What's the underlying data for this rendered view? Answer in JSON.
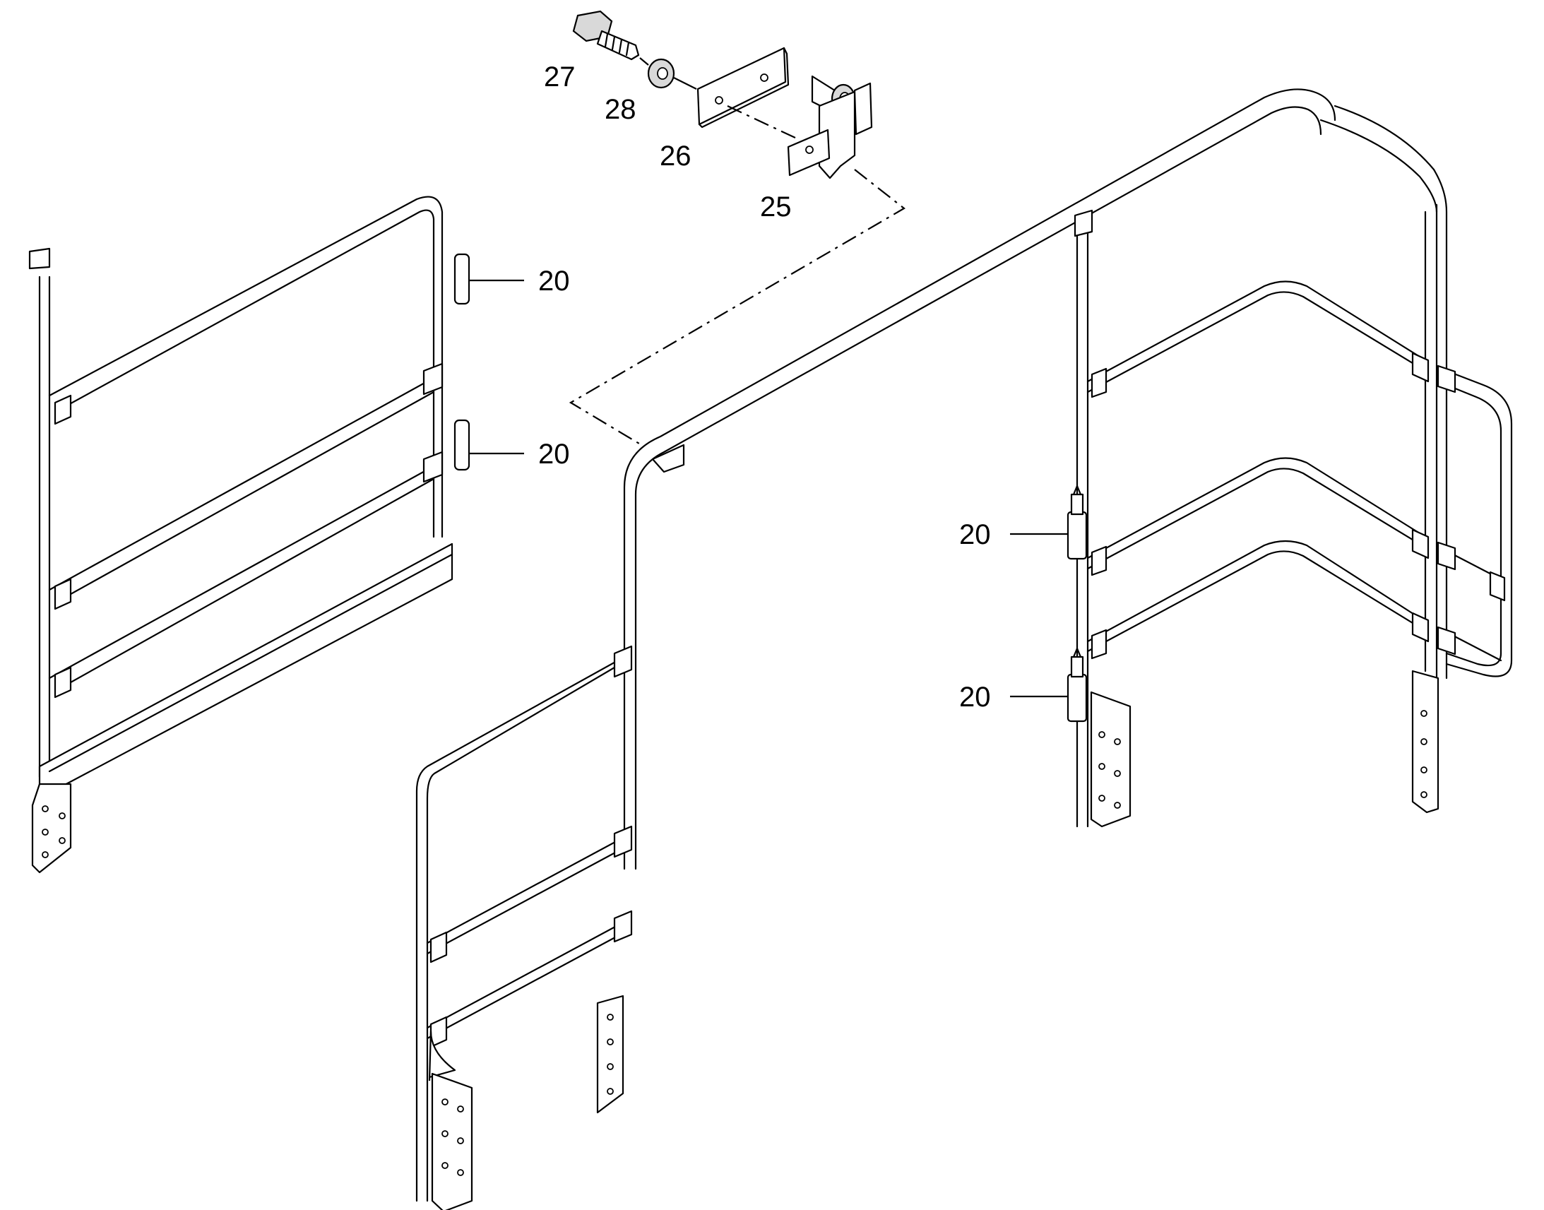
{
  "callouts": {
    "c20a": "20",
    "c20b": "20",
    "c20c": "20",
    "c20d": "20",
    "c25": "25",
    "c26": "26",
    "c27": "27",
    "c28": "28"
  },
  "colors": {
    "line": "#000000",
    "background": "#ffffff",
    "shade": "#d9d9d9"
  }
}
